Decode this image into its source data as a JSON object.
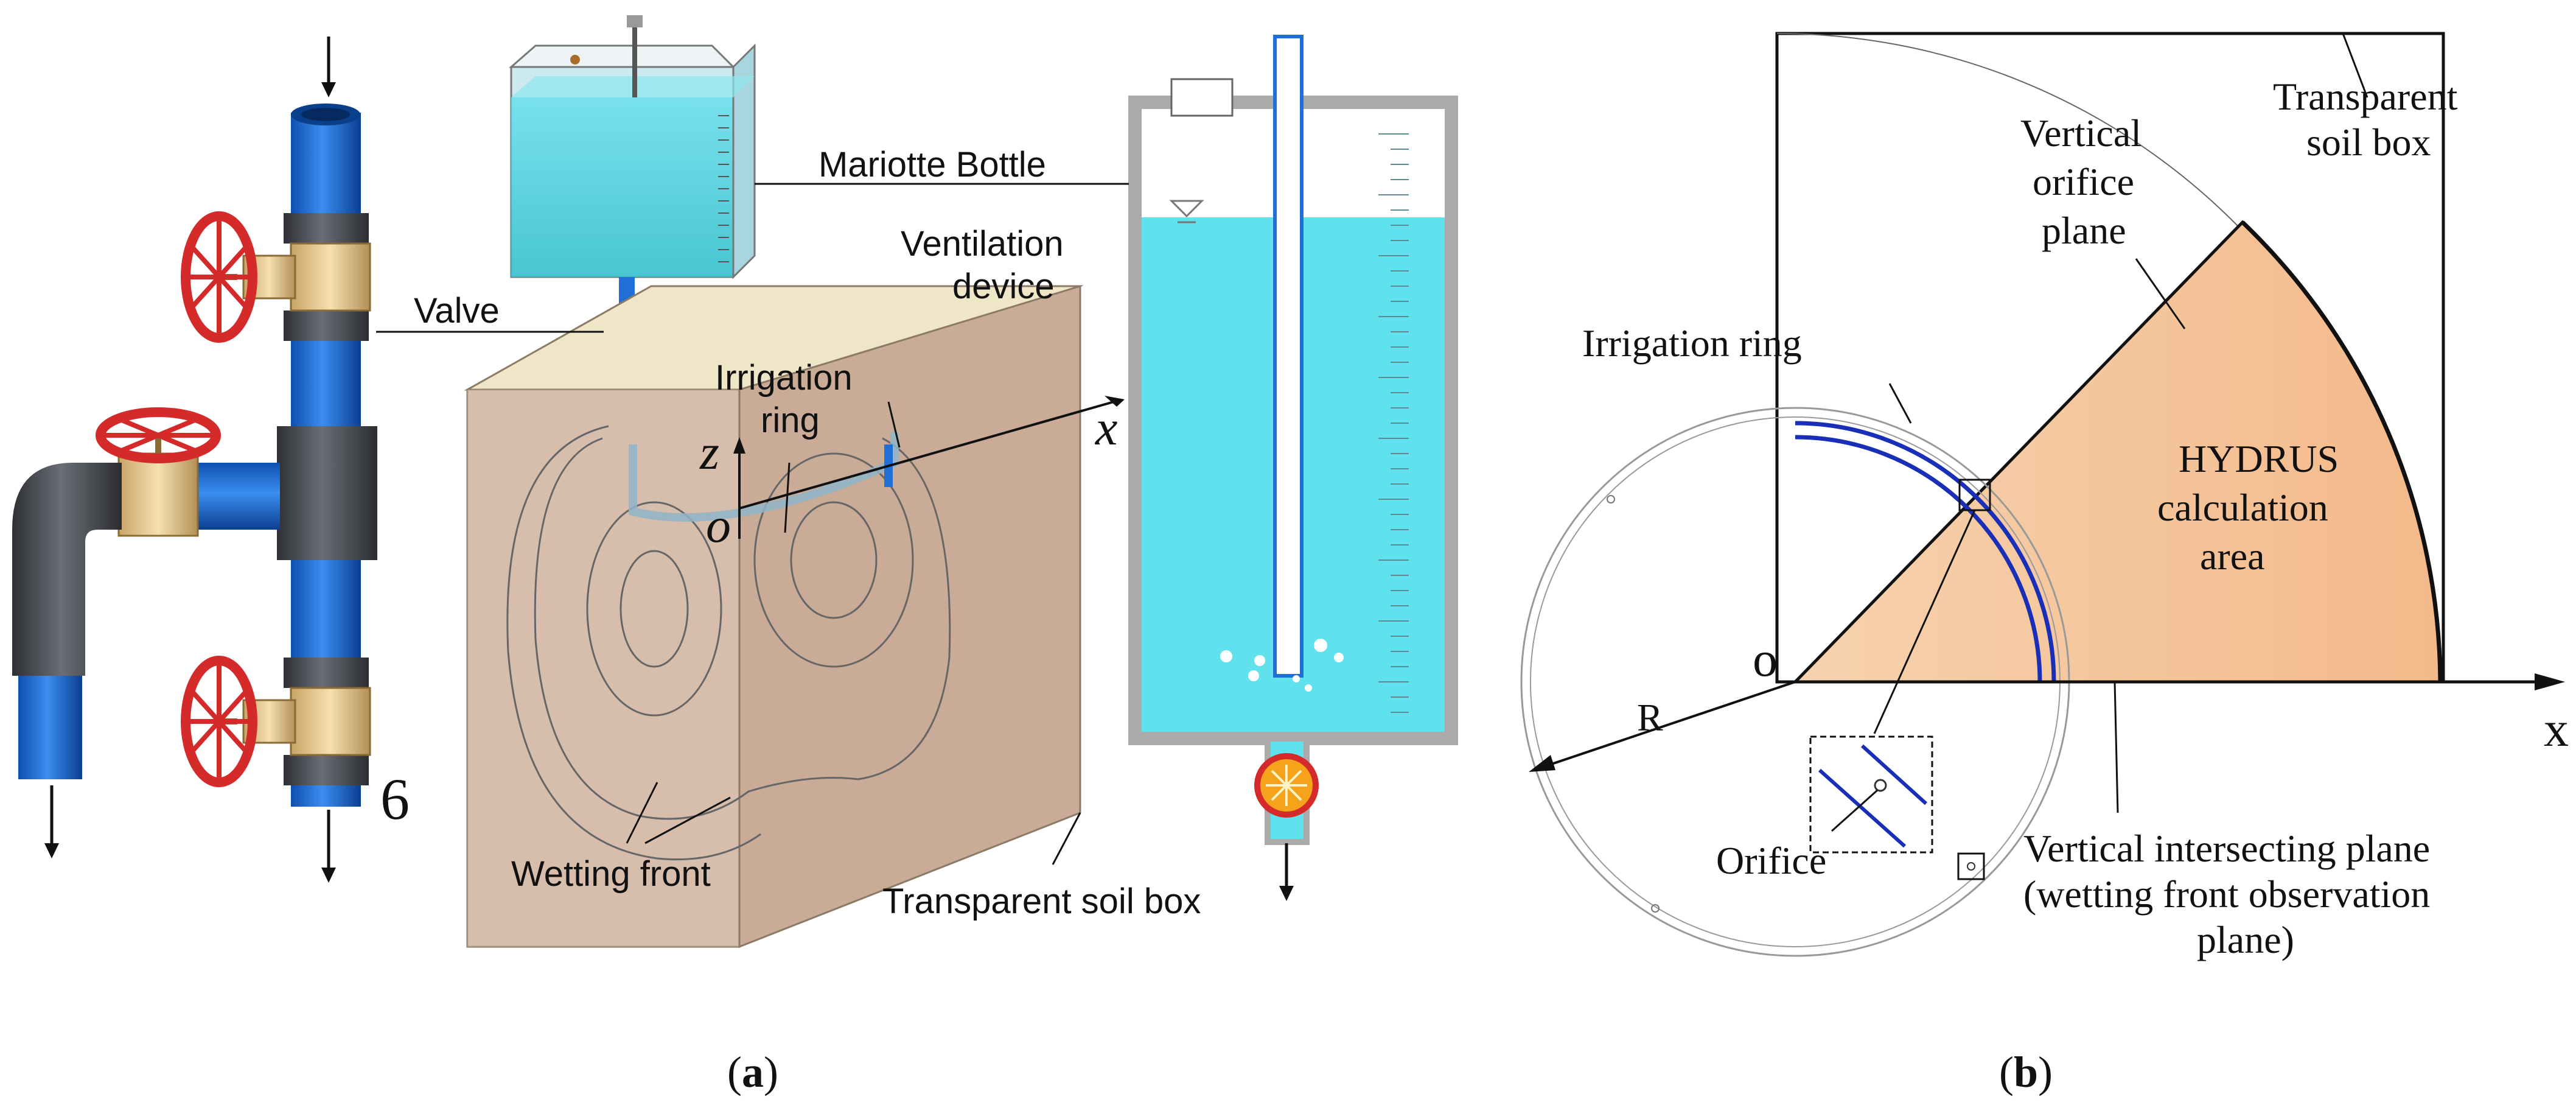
{
  "panel_a": {
    "label_mariotte": "Mariotte Bottle",
    "label_valve": "Valve",
    "label_ventilation_1": "Ventilation",
    "label_ventilation_2": "device",
    "label_irrigation_1": "Irrigation",
    "label_irrigation_2": "ring",
    "label_wetting": "Wetting front",
    "label_soilbox": "Transparent soil box",
    "axis_x": "x",
    "axis_z": "z",
    "axis_o": "o",
    "label_six": "6",
    "caption_open": "(",
    "caption_letter": "a",
    "caption_close": ")"
  },
  "panel_b": {
    "label_transparent_1": "Transparent",
    "label_transparent_2": "soil box",
    "label_orifice_plane_1": "Vertical",
    "label_orifice_plane_2": "orifice",
    "label_orifice_plane_3": "plane",
    "label_irrigation_ring": "Irrigation ring",
    "label_hydrus_1": "HYDRUS",
    "label_hydrus_2": "calculation",
    "label_hydrus_3": "area",
    "label_o": "o",
    "label_x": "x",
    "label_R": "R",
    "label_orifice": "Orifice",
    "label_intersect_1": "Vertical intersecting plane",
    "label_intersect_2": "(wetting front observation",
    "label_intersect_3": "plane)",
    "caption_open": "(",
    "caption_letter": "b",
    "caption_close": ")"
  },
  "colors": {
    "pipe_blue": "#1f6fd6",
    "pipe_gray": "#4a4d52",
    "valve_red": "#d42a2a",
    "brass": "#e8c98a",
    "water": "#5fe2ee",
    "soil_box": "#d7bfae",
    "hydrus_area": "#f7c79c",
    "ring_blue": "#1a2fb8"
  }
}
